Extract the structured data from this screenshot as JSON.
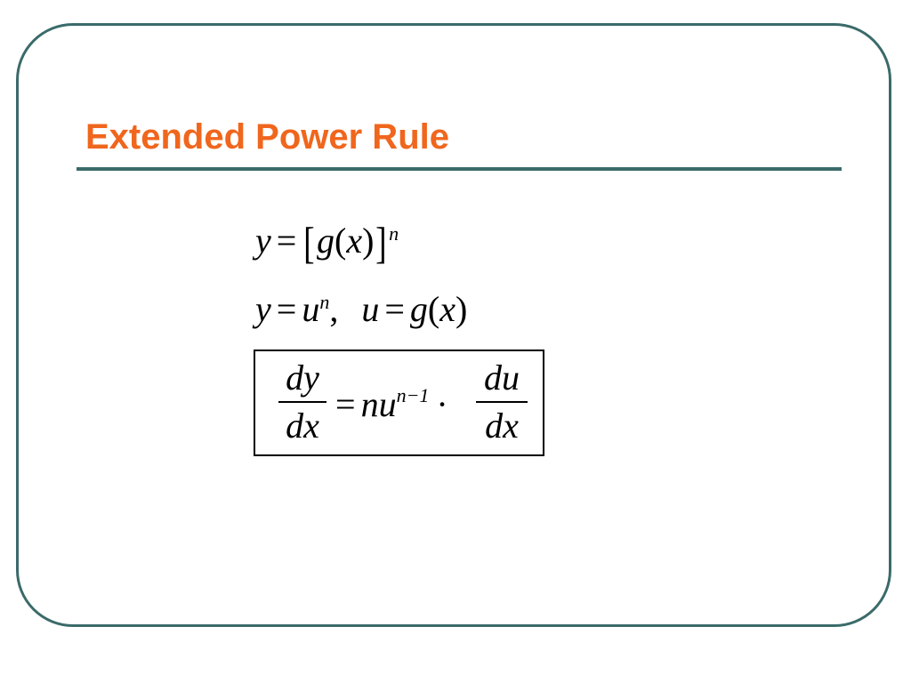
{
  "slide": {
    "title": "Extended Power Rule",
    "accent_color": "#f0661d",
    "frame_color": "#3b6a6a"
  },
  "equations": {
    "eq1": {
      "lhs": "y",
      "equals": "=",
      "open_bracket": "[",
      "func": "g",
      "open_paren": "(",
      "arg": "x",
      "close_paren": ")",
      "close_bracket": "]",
      "exponent": "n"
    },
    "eq2": {
      "lhs": "y",
      "equals": "=",
      "base": "u",
      "exponent": "n",
      "sep": ",",
      "lhs2": "u",
      "equals2": "=",
      "func": "g",
      "open_paren": "(",
      "arg": "x",
      "close_paren": ")"
    },
    "boxed": {
      "frac1_num": "dy",
      "frac1_den": "dx",
      "equals": "=",
      "coef": "nu",
      "exponent": "n−1",
      "dot": "·",
      "frac2_num": "du",
      "frac2_den": "dx"
    }
  }
}
